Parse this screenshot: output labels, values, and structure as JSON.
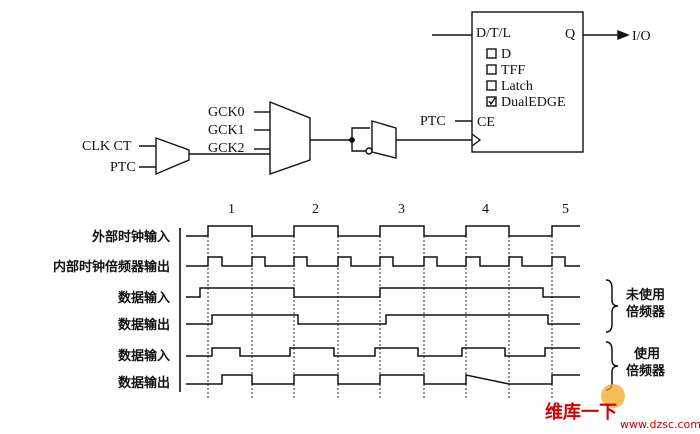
{
  "ff_block": {
    "d_label": "D/T/L",
    "q_label": "Q",
    "io_label": "I/O",
    "ce_label": "CE",
    "ptc_label": "PTC",
    "options": [
      {
        "label": "D",
        "checked": false
      },
      {
        "label": "TFF",
        "checked": false
      },
      {
        "label": "Latch",
        "checked": false
      },
      {
        "label": "DualEDGE",
        "checked": true
      }
    ]
  },
  "mux": {
    "inputs": [
      "GCK0",
      "GCK1",
      "GCK2"
    ]
  },
  "and_gate": {
    "inputs": [
      "CLK CT",
      "PTC"
    ]
  },
  "timing": {
    "clock_numbers": [
      "1",
      "2",
      "3",
      "4",
      "5"
    ],
    "signals": [
      "外部时钟输入",
      "内部时钟倍频器输出",
      "数据输入",
      "数据输出",
      "数据输入",
      "数据输出"
    ],
    "group_labels": [
      {
        "line1": "未使用",
        "line2": "倍频器"
      },
      {
        "line1": "使用",
        "line2": "倍频器"
      }
    ]
  },
  "watermark": {
    "line1": "维库一下",
    "line2": "www.dzsc.com"
  },
  "colors": {
    "ink": "#111111",
    "watermark": "#d40000"
  }
}
